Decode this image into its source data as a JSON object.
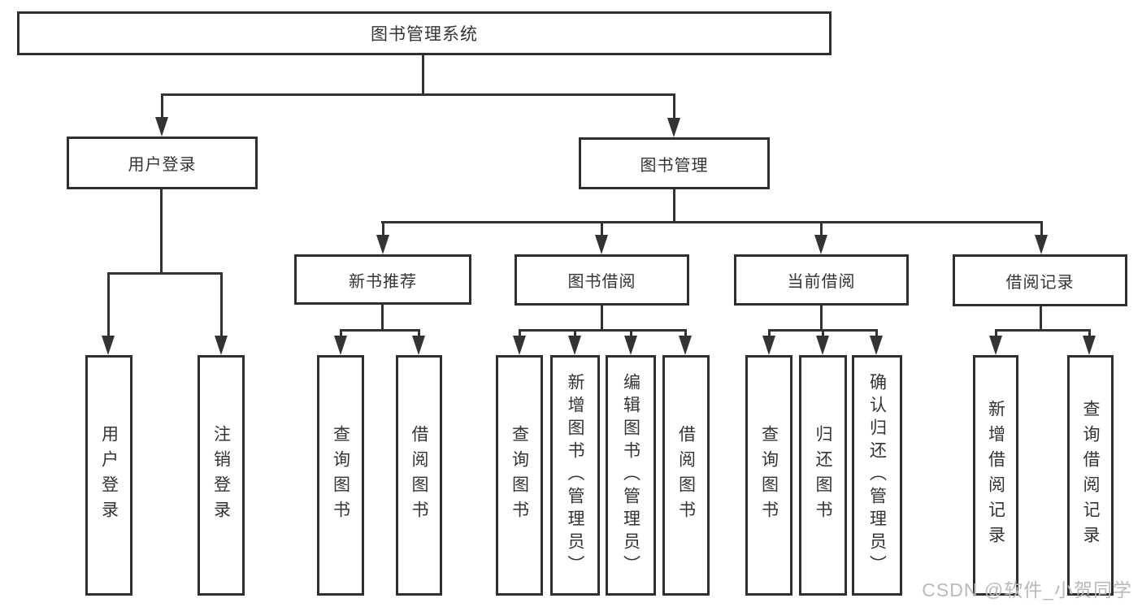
{
  "diagram": {
    "type": "tree",
    "root": {
      "label": "图书管理系统",
      "children": [
        {
          "label": "用户登录",
          "children": [
            {
              "label": "用户登录"
            },
            {
              "label": "注销登录"
            }
          ]
        },
        {
          "label": "图书管理",
          "children": [
            {
              "label": "新书推荐",
              "children": [
                {
                  "label": "查询图书"
                },
                {
                  "label": "借阅图书"
                }
              ]
            },
            {
              "label": "图书借阅",
              "children": [
                {
                  "label": "查询图书"
                },
                {
                  "label": "新增图书（管理员）"
                },
                {
                  "label": "编辑图书（管理员）"
                },
                {
                  "label": "借阅图书"
                }
              ]
            },
            {
              "label": "当前借阅",
              "children": [
                {
                  "label": "查询图书"
                },
                {
                  "label": "归还图书"
                },
                {
                  "label": "确认归还（管理员）"
                }
              ]
            },
            {
              "label": "借阅记录",
              "children": [
                {
                  "label": "新增借阅记录"
                },
                {
                  "label": "查询借阅记录"
                }
              ]
            }
          ]
        }
      ]
    },
    "colors": {
      "line": "#333333",
      "box_border": "#2f2f2f",
      "text": "#333333",
      "background": "#ffffff"
    }
  },
  "watermark": {
    "text": "CSDN @软件_小贺同学",
    "color": "#b9b9b9"
  }
}
